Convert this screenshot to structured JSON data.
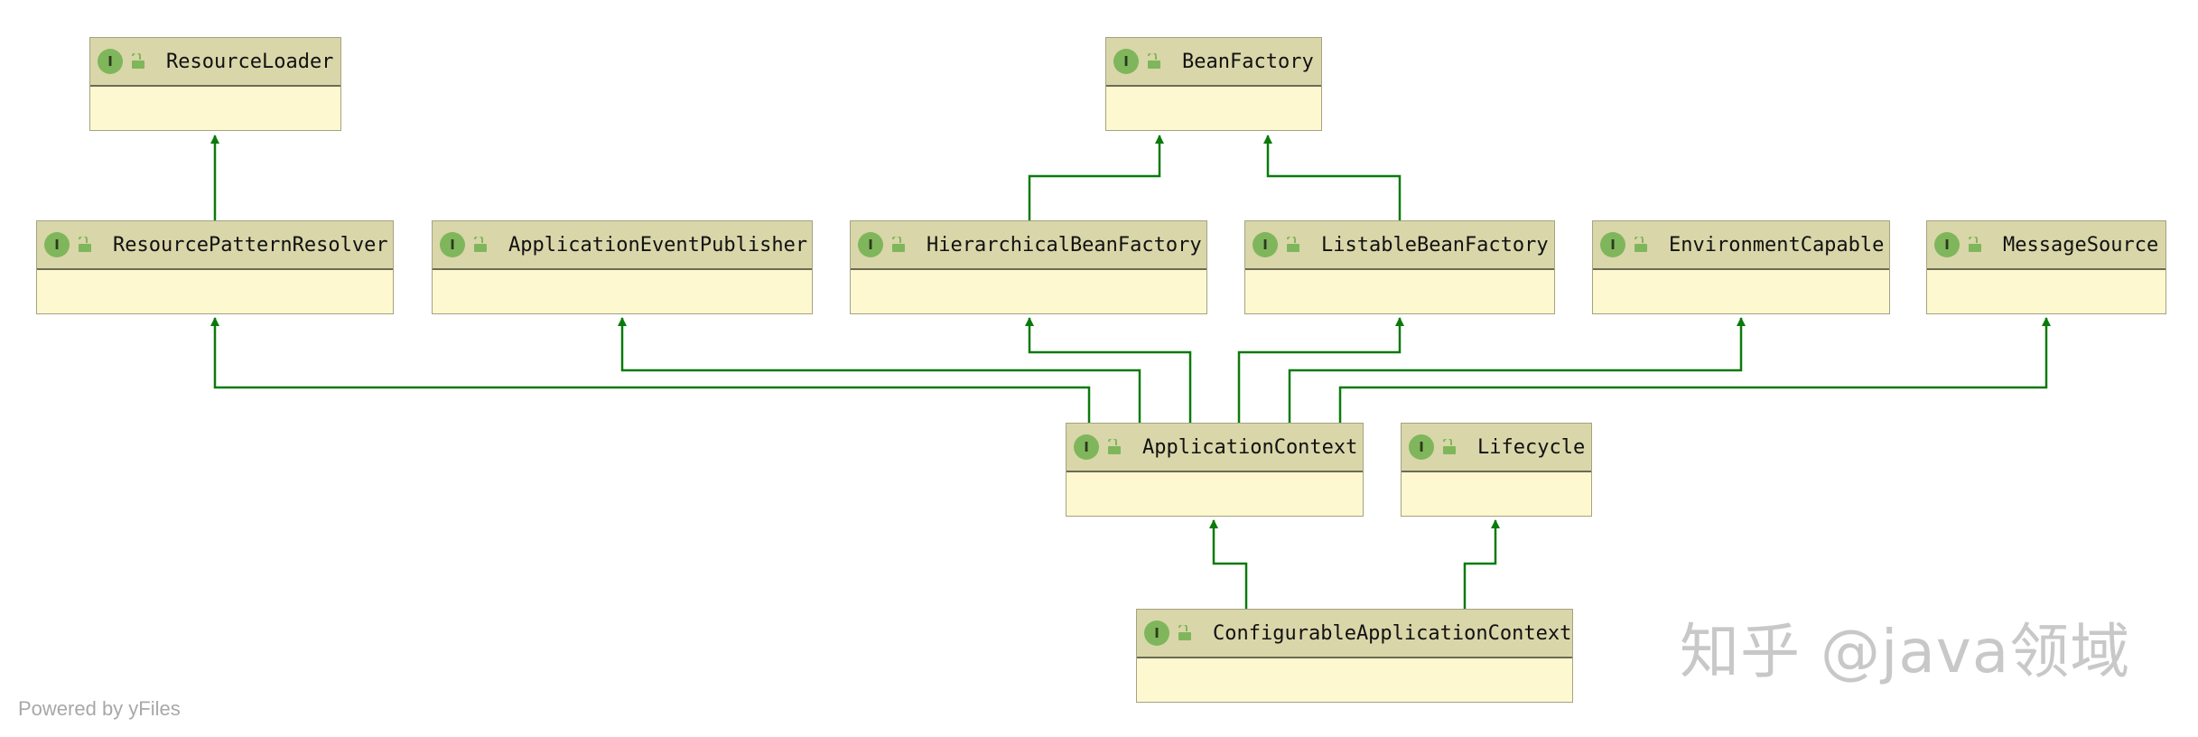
{
  "diagram": {
    "nodes": [
      {
        "id": "resource-loader",
        "name": "ResourceLoader",
        "badge": "I"
      },
      {
        "id": "bean-factory",
        "name": "BeanFactory",
        "badge": "I"
      },
      {
        "id": "resource-pattern-resolver",
        "name": "ResourcePatternResolver",
        "badge": "I"
      },
      {
        "id": "application-event-publisher",
        "name": "ApplicationEventPublisher",
        "badge": "I"
      },
      {
        "id": "hierarchical-bean-factory",
        "name": "HierarchicalBeanFactory",
        "badge": "I"
      },
      {
        "id": "listable-bean-factory",
        "name": "ListableBeanFactory",
        "badge": "I"
      },
      {
        "id": "environment-capable",
        "name": "EnvironmentCapable",
        "badge": "I"
      },
      {
        "id": "message-source",
        "name": "MessageSource",
        "badge": "I"
      },
      {
        "id": "application-context",
        "name": "ApplicationContext",
        "badge": "I"
      },
      {
        "id": "lifecycle",
        "name": "Lifecycle",
        "badge": "I"
      },
      {
        "id": "configurable-application-context",
        "name": "ConfigurableApplicationContext",
        "badge": "I"
      }
    ],
    "edges": [
      {
        "from": "ResourcePatternResolver",
        "to": "ResourceLoader"
      },
      {
        "from": "HierarchicalBeanFactory",
        "to": "BeanFactory"
      },
      {
        "from": "ListableBeanFactory",
        "to": "BeanFactory"
      },
      {
        "from": "ApplicationContext",
        "to": "ResourcePatternResolver"
      },
      {
        "from": "ApplicationContext",
        "to": "ApplicationEventPublisher"
      },
      {
        "from": "ApplicationContext",
        "to": "HierarchicalBeanFactory"
      },
      {
        "from": "ApplicationContext",
        "to": "ListableBeanFactory"
      },
      {
        "from": "ApplicationContext",
        "to": "EnvironmentCapable"
      },
      {
        "from": "ApplicationContext",
        "to": "MessageSource"
      },
      {
        "from": "ConfigurableApplicationContext",
        "to": "ApplicationContext"
      },
      {
        "from": "ConfigurableApplicationContext",
        "to": "Lifecycle"
      }
    ],
    "edge_color": "#0a7a0a",
    "badge_color": "#7fb65b",
    "header_color": "#d9d6a9",
    "body_color": "#fdf8cf"
  },
  "watermark": "知乎 @java领域",
  "footer": "Powered by yFiles"
}
